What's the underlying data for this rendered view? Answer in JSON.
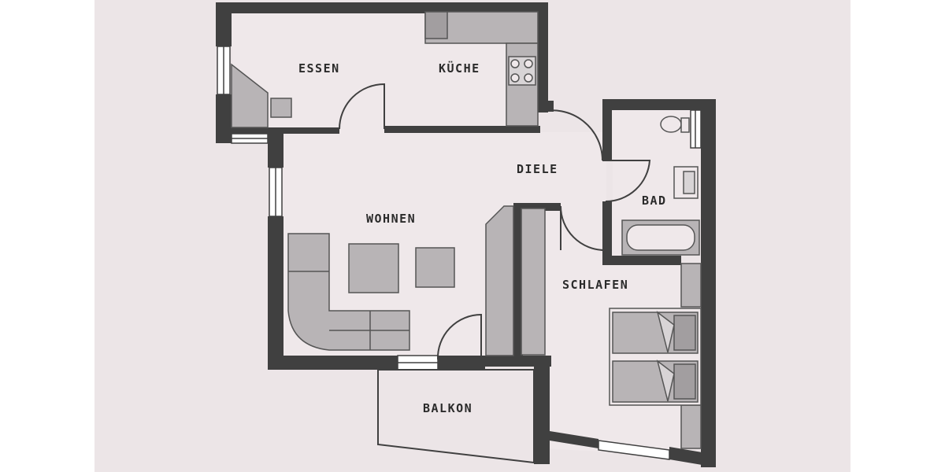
{
  "rooms": {
    "essen": "ESSEN",
    "kueche": "KÜCHE",
    "diele": "DIELE",
    "bad": "BAD",
    "wohnen": "WOHNEN",
    "schlafen": "SCHLAFEN",
    "balkon": "BALKON"
  },
  "colors": {
    "paper": "#ece5e7",
    "wall": "#404040",
    "furniture": "#b8b4b6",
    "outline": "#555555"
  }
}
